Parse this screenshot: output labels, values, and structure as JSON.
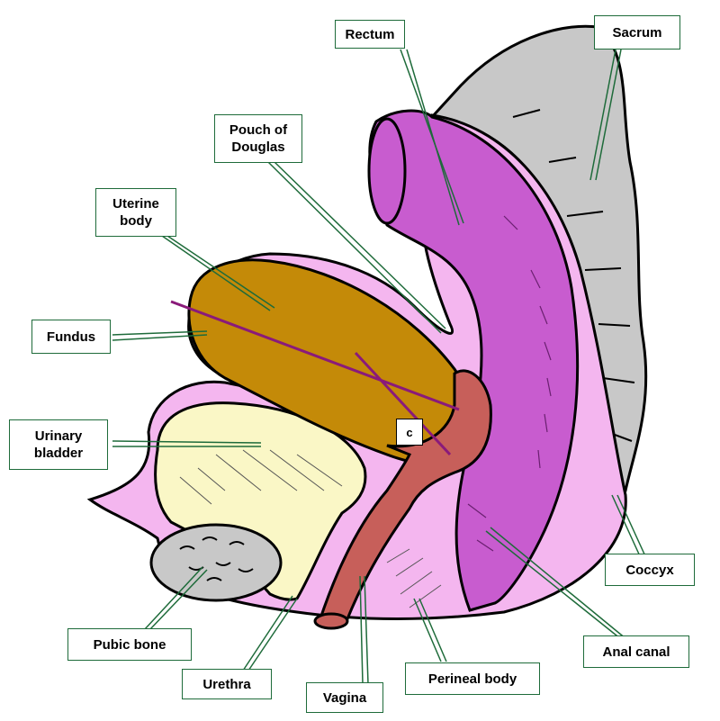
{
  "colors": {
    "pink": "#f4b6ef",
    "purple": "#c85ccf",
    "gray": "#c8c8c8",
    "uterus": "#c48a08",
    "bladder": "#faf7c6",
    "vagina": "#c75f5a",
    "leader": "#1e6b3a",
    "axis_line": "#8a1a7a"
  },
  "labels": {
    "rectum": "Rectum",
    "sacrum": "Sacrum",
    "pouch": "Pouch of\nDouglas",
    "uterine_body": "Uterine\nbody",
    "fundus": "Fundus",
    "bladder": "Urinary\nbladder",
    "pubic_bone": "Pubic bone",
    "urethra": "Urethra",
    "vagina": "Vagina",
    "perineal_body": "Perineal body",
    "anal_canal": "Anal canal",
    "coccyx": "Coccyx",
    "cervix_marker": "c"
  }
}
